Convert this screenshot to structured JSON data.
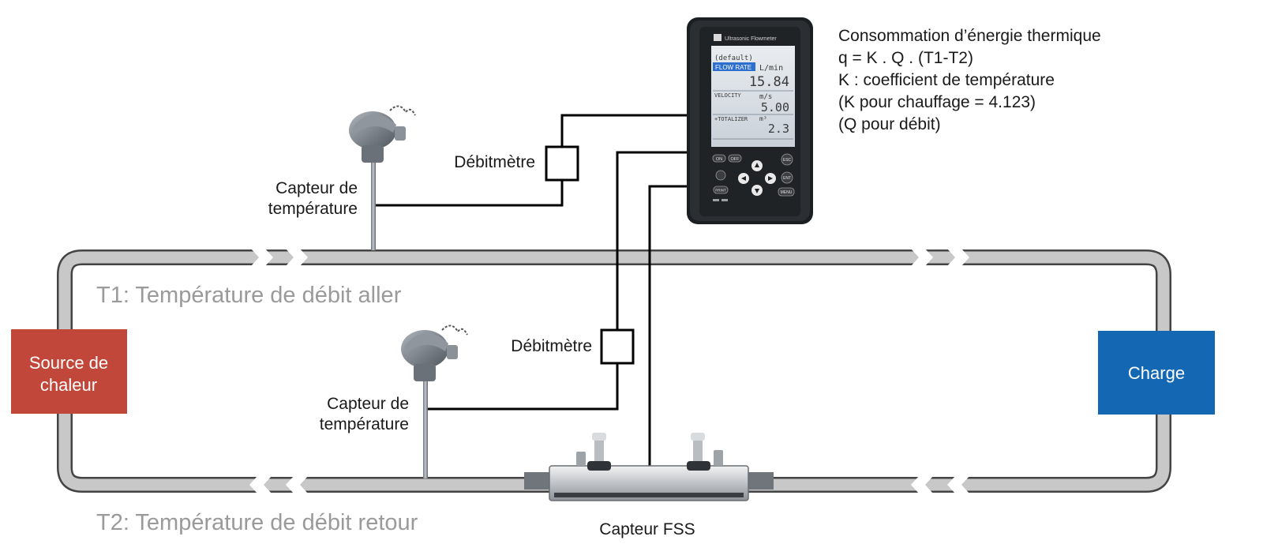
{
  "colors": {
    "source": "#c0473a",
    "charge": "#1467b3",
    "pipe": "#c8c8c8",
    "pipe_outline": "#444444",
    "label_gray": "#9a9a9a"
  },
  "source_box": {
    "line1": "Source de",
    "line2": "chaleur"
  },
  "charge_box": {
    "label": "Charge"
  },
  "supply_label": "T1: Température de débit aller",
  "return_label": "T2: Température de débit retour",
  "sensor_top": {
    "line1": "Capteur de",
    "line2": "température"
  },
  "sensor_bottom": {
    "line1": "Capteur de",
    "line2": "température"
  },
  "flowmeter_top": "Débitmètre",
  "flowmeter_bottom": "Débitmètre",
  "fss_label": "Capteur FSS",
  "formula": {
    "line1": "Consommation d’énergie thermique",
    "line2": "q = K . Q . (T1-T2)",
    "line3": "K : coefficient de température",
    "line4": "(K pour chauffage = 4.123)",
    "line5": "(Q pour débit)"
  },
  "device": {
    "brand": "Ultrasonic Flowmeter",
    "preset": "(default)",
    "flow_label": "FLOW RATE",
    "flow_unit": "L/min",
    "flow_value": "15.84",
    "velocity_label": "VELOCITY",
    "velocity_unit": "m/s",
    "velocity_value": "5.00",
    "totalizer_label": "+TOTALIZER",
    "totalizer_unit": "m³",
    "totalizer_value": "2.3",
    "btn_on": "ON",
    "btn_off": "OFF",
    "btn_esc": "ESC",
    "btn_ent": "ENT",
    "btn_print": "PRINT",
    "btn_menu": "MENU"
  },
  "icons": {
    "flow_arrow": "chevron-right-icon",
    "return_arrow": "chevron-left-icon"
  }
}
